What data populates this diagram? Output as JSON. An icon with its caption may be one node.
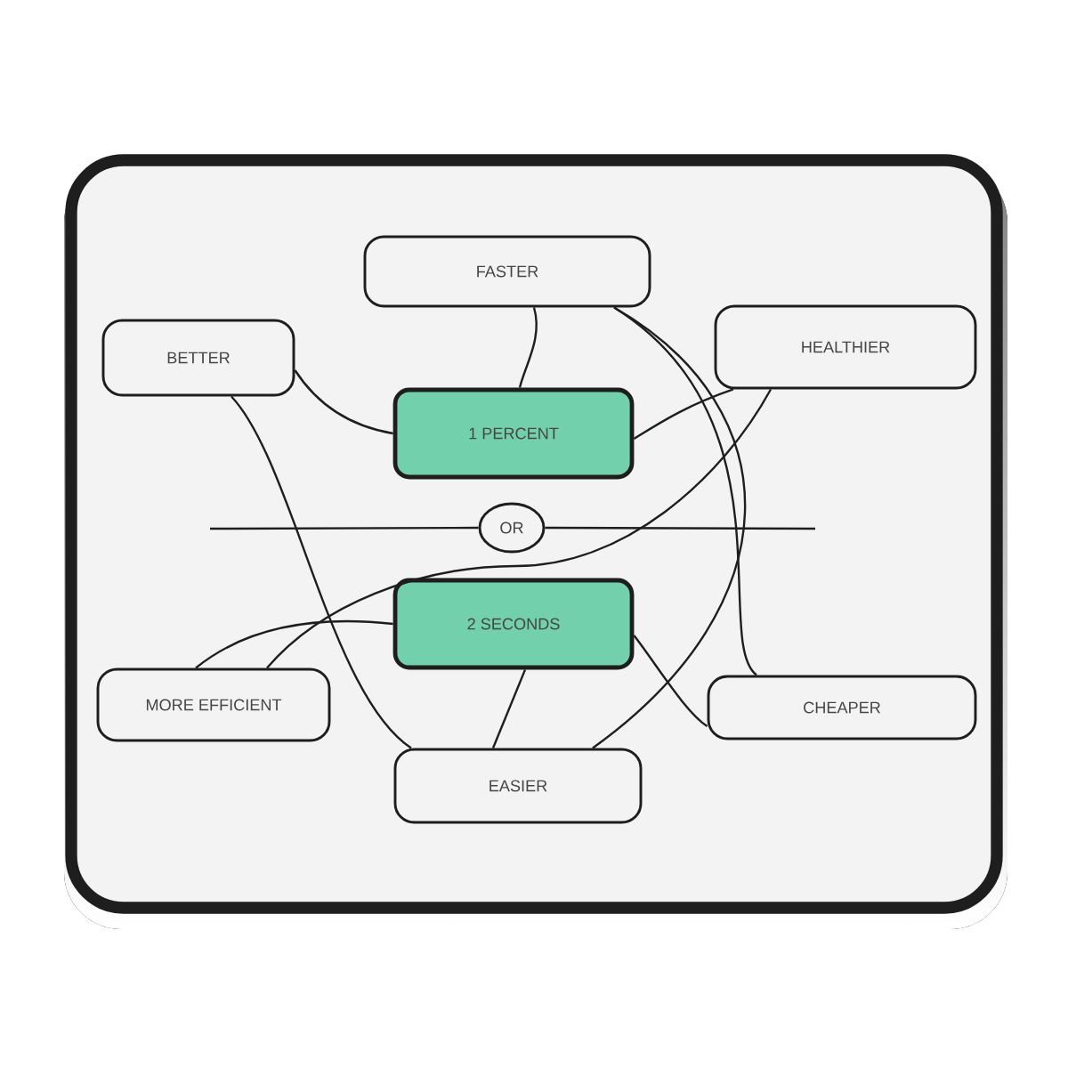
{
  "diagram": {
    "nodes": [
      {
        "text": [
          "FASTER"
        ]
      },
      {
        "text": [
          "BETTER"
        ]
      },
      {
        "text": [
          "HEALTHIER"
        ]
      },
      {
        "text": [
          "1 PERCENT"
        ]
      },
      {
        "text": [
          "OR"
        ]
      },
      {
        "text": [
          "2 SECONDS"
        ]
      },
      {
        "text": [
          "MORE EFFICIENT"
        ]
      },
      {
        "text": [
          "CHEAPER"
        ]
      },
      {
        "text": [
          "EASIER"
        ]
      }
    ],
    "edges": [
      {
        "from": 0,
        "to": 3,
        "arrow": "none"
      },
      {
        "from": 1,
        "to": 3,
        "arrow": "none"
      },
      {
        "from": 2,
        "to": 3,
        "arrow": "none"
      },
      {
        "from": 1,
        "to": 8,
        "arrow": "none"
      },
      {
        "from": 0,
        "to": 8,
        "arrow": "none"
      },
      {
        "from": 0,
        "to": 7,
        "arrow": "none"
      },
      {
        "from": 2,
        "to": 6,
        "arrow": "none"
      },
      {
        "from": 6,
        "to": 5,
        "arrow": "none"
      },
      {
        "from": 5,
        "to": 8,
        "arrow": "none"
      },
      {
        "from": 5,
        "to": 7,
        "arrow": "none"
      },
      {
        "from": null,
        "to": 4,
        "arrow": "none"
      },
      {
        "from": 4,
        "to": null,
        "arrow": "none"
      }
    ]
  }
}
